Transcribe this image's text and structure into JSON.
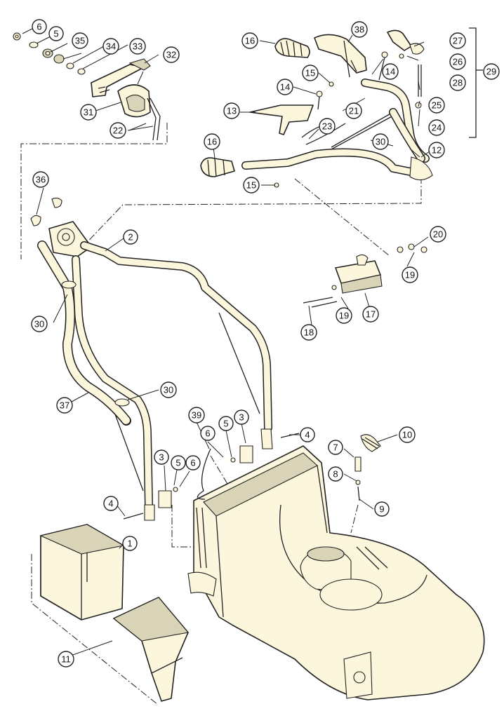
{
  "callouts": [
    {
      "label": "1"
    },
    {
      "label": "2"
    },
    {
      "label": "3"
    },
    {
      "label": "3"
    },
    {
      "label": "4"
    },
    {
      "label": "4"
    },
    {
      "label": "5"
    },
    {
      "label": "5"
    },
    {
      "label": "5"
    },
    {
      "label": "6"
    },
    {
      "label": "6"
    },
    {
      "label": "6"
    },
    {
      "label": "7"
    },
    {
      "label": "8"
    },
    {
      "label": "9"
    },
    {
      "label": "10"
    },
    {
      "label": "11"
    },
    {
      "label": "12"
    },
    {
      "label": "13"
    },
    {
      "label": "14"
    },
    {
      "label": "14"
    },
    {
      "label": "15"
    },
    {
      "label": "15"
    },
    {
      "label": "16"
    },
    {
      "label": "16"
    },
    {
      "label": "17"
    },
    {
      "label": "18"
    },
    {
      "label": "19"
    },
    {
      "label": "19"
    },
    {
      "label": "20"
    },
    {
      "label": "21"
    },
    {
      "label": "22"
    },
    {
      "label": "23"
    },
    {
      "label": "24"
    },
    {
      "label": "25"
    },
    {
      "label": "26"
    },
    {
      "label": "27"
    },
    {
      "label": "28"
    },
    {
      "label": "29"
    },
    {
      "label": "30"
    },
    {
      "label": "30"
    },
    {
      "label": "30"
    },
    {
      "label": "31"
    },
    {
      "label": "32"
    },
    {
      "label": "33"
    },
    {
      "label": "34"
    },
    {
      "label": "35"
    },
    {
      "label": "36"
    },
    {
      "label": "37"
    },
    {
      "label": "38"
    },
    {
      "label": "39"
    }
  ]
}
